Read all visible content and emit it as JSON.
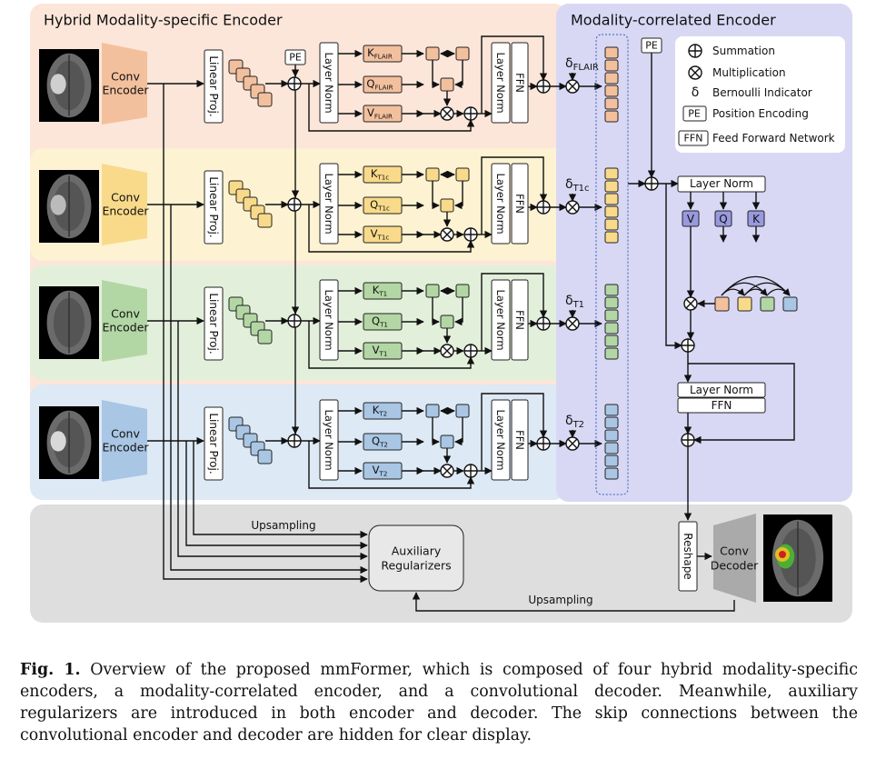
{
  "figure": {
    "left_panel_title": "Hybrid Modality-specific Encoder",
    "right_panel_title": "Modality-correlated Encoder",
    "conv_encoder": [
      "Conv",
      "Encoder"
    ],
    "linear_proj": "Linear Proj.",
    "pe": "PE",
    "layer_norm": "Layer Norm",
    "ffn": "FFN",
    "key": "K",
    "query": "Q",
    "value": "V",
    "delta": "δ",
    "reshape": "Reshape",
    "conv_decoder": [
      "Conv",
      "Decoder"
    ],
    "aux_regularizers": [
      "Auxiliary",
      "Regularizers"
    ],
    "upsampling": "Upsampling",
    "modalities": [
      {
        "sub": "FLAIR",
        "color": "#f3c09e",
        "panel": "#fbe6d9"
      },
      {
        "sub": "T1c",
        "color": "#f8da8a",
        "panel": "#fdf2d1"
      },
      {
        "sub": "T1",
        "color": "#b3d7a4",
        "panel": "#e2f0db"
      },
      {
        "sub": "T2",
        "color": "#a9c6e4",
        "panel": "#dde9f5"
      }
    ],
    "legend": {
      "summation": "Summation",
      "multiplication": "Multiplication",
      "bernoulli": "Bernoulli Indicator",
      "pe_label": "Position Encoding",
      "ffn_label": "Feed Forward Network"
    }
  },
  "caption": {
    "label": "Fig. 1.",
    "text": "Overview of the proposed mmFormer, which is composed of four hybrid modality-specific encoders, a modality-correlated encoder, and a convolutional decoder. Meanwhile, auxiliary regularizers are introduced in both encoder and decoder. The skip connections between the convolutional encoder and decoder are hidden for clear display."
  }
}
